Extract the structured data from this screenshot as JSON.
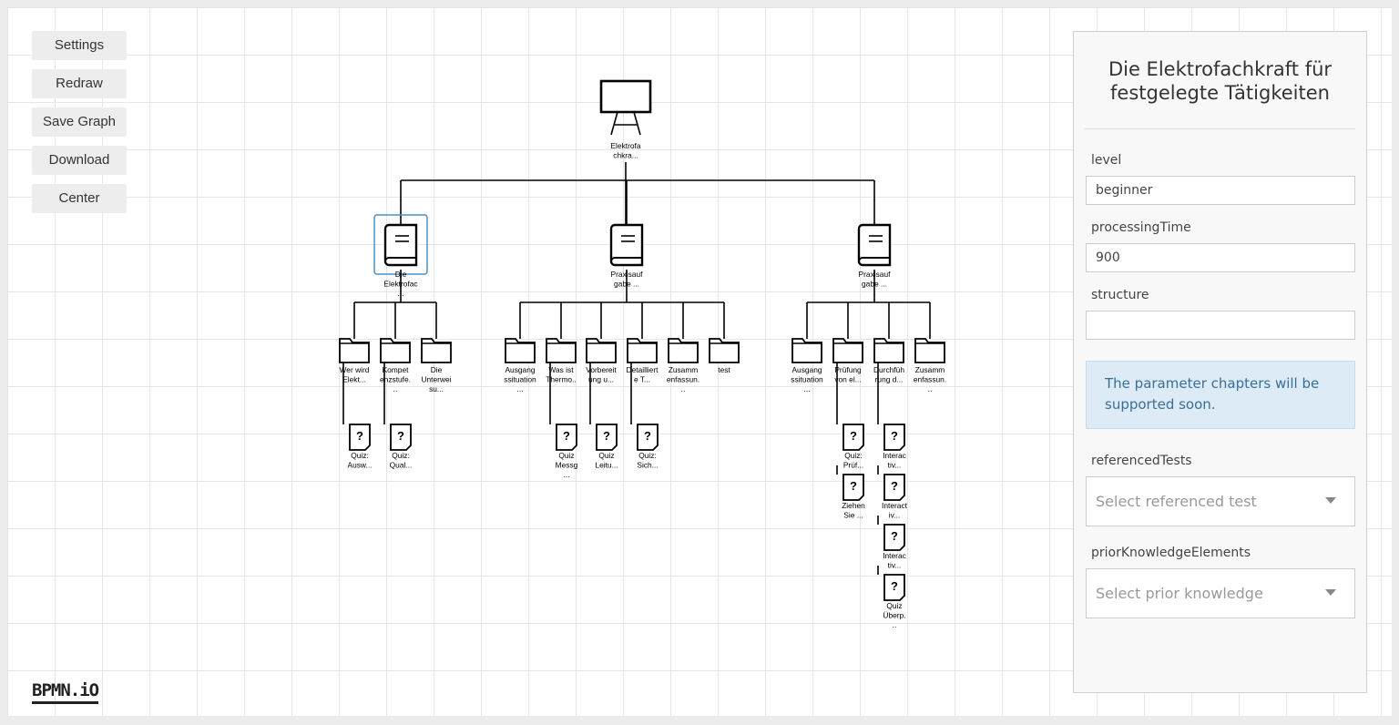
{
  "toolbar": {
    "buttons": [
      "Settings",
      "Redraw",
      "Save Graph",
      "Download",
      "Center"
    ]
  },
  "logo": "BPMN.iO",
  "graph": {
    "root": {
      "icon": "whiteboard-icon",
      "label": [
        "Elektrofa",
        "chkra..."
      ]
    },
    "chapters": [
      {
        "icon": "book-icon",
        "selected": true,
        "label": [
          "Die",
          "Elektrofac",
          "..."
        ],
        "children": [
          {
            "label": [
              "Wer wird",
              "Elekt..."
            ],
            "quizzes": [
              {
                "label": [
                  "Quiz:",
                  "Ausw..."
                ]
              }
            ]
          },
          {
            "label": [
              "Kompet",
              "enzstufe.",
              ".."
            ],
            "quizzes": [
              {
                "label": [
                  "Quiz:",
                  "Qual..."
                ]
              }
            ]
          },
          {
            "label": [
              "Die",
              "Unterwei",
              "su..."
            ],
            "quizzes": []
          }
        ]
      },
      {
        "icon": "book-icon",
        "selected": false,
        "label": [
          "Praxisauf",
          "gabe ..."
        ],
        "children": [
          {
            "label": [
              "Ausgang",
              "ssituation",
              "..."
            ],
            "quizzes": []
          },
          {
            "label": [
              "Was ist",
              "Thermo.."
            ],
            "quizzes": [
              {
                "label": [
                  "Quiz",
                  "Messg",
                  "..."
                ]
              }
            ]
          },
          {
            "label": [
              "Vorbereit",
              "ung u..."
            ],
            "quizzes": [
              {
                "label": [
                  "Quiz",
                  "Leitu..."
                ]
              }
            ]
          },
          {
            "label": [
              "Detailliert",
              "e T..."
            ],
            "quizzes": [
              {
                "label": [
                  "Quiz:",
                  "Sich..."
                ]
              }
            ]
          },
          {
            "label": [
              "Zusamm",
              "enfassun.",
              ".."
            ],
            "quizzes": []
          },
          {
            "label": [
              "test"
            ],
            "quizzes": []
          }
        ]
      },
      {
        "icon": "book-icon",
        "selected": false,
        "label": [
          "Praxisauf",
          "gabe ..."
        ],
        "children": [
          {
            "label": [
              "Ausgang",
              "ssituation",
              "..."
            ],
            "quizzes": []
          },
          {
            "label": [
              "Prüfung",
              "von el..."
            ],
            "quizzes": [
              {
                "label": [
                  "Quiz:",
                  "Prüf..."
                ]
              },
              {
                "label": [
                  "Ziehen",
                  "Sie ..."
                ]
              }
            ]
          },
          {
            "label": [
              "Durchfüh",
              "rung d..."
            ],
            "quizzes": [
              {
                "label": [
                  "Interac",
                  "tiv..."
                ]
              },
              {
                "label": [
                  "Interact",
                  "iv..."
                ]
              },
              {
                "label": [
                  "Interac",
                  "tiv..."
                ]
              },
              {
                "label": [
                  "Quiz",
                  "Überp.",
                  ".."
                ]
              }
            ]
          },
          {
            "label": [
              "Zusamm",
              "enfassun.",
              ".."
            ],
            "quizzes": []
          }
        ]
      }
    ]
  },
  "panel": {
    "title": "Die Elektrofachkraft für festgelegte Tätigkeiten",
    "level_label": "level",
    "level_value": "beginner",
    "processing_label": "processingTime",
    "processing_value": "900",
    "structure_label": "structure",
    "structure_value": "",
    "info": "The parameter chapters will be supported soon.",
    "referenced_label": "referencedTests",
    "referenced_placeholder": "Select referenced test",
    "prior_label": "priorKnowledgeElements",
    "prior_placeholder": "Select prior knowledge"
  },
  "colors": {
    "selection": "#4a90c8",
    "info_bg": "#dcebf6",
    "info_text": "#3a6e97"
  }
}
